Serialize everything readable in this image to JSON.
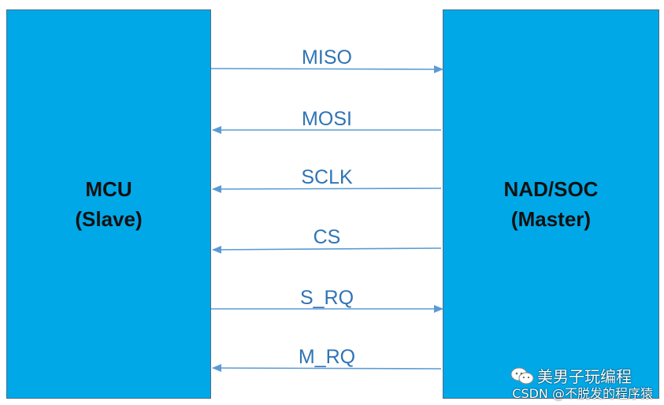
{
  "left_block": {
    "title": "MCU",
    "role": "(Slave)"
  },
  "right_block": {
    "title": "NAD/SOC",
    "role": "(Master)"
  },
  "signals": [
    {
      "name": "MISO",
      "direction": "to-right"
    },
    {
      "name": "MOSI",
      "direction": "to-left"
    },
    {
      "name": "SCLK",
      "direction": "to-left"
    },
    {
      "name": "CS",
      "direction": "to-left"
    },
    {
      "name": "S_RQ",
      "direction": "to-right"
    },
    {
      "name": "M_RQ",
      "direction": "to-left"
    }
  ],
  "colors": {
    "block_fill": "#00a8e8",
    "arrow": "#5b9bd5",
    "label": "#2f74b5"
  },
  "watermark": {
    "channel": "美男子玩编程",
    "csdn": "CSDN @不脱发的程序猿",
    "icon": "wechat-icon"
  }
}
